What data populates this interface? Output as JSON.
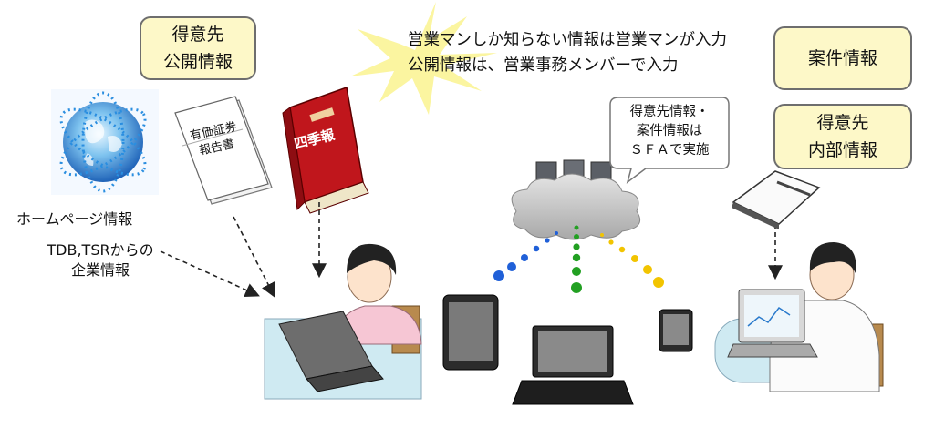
{
  "labels": {
    "customer_public": "得意先\n公開情報",
    "deal_info": "案件情報",
    "customer_internal": "得意先\n内部情報",
    "homepage_info": "ホームページ情報",
    "tdb_tsr": "TDB,TSRからの\n企業情報",
    "headline": "営業マンしか知らない情報は営業マンが入力\n公開情報は、営業事務メンバーで入力",
    "sfa_bubble": "得意先情報・\n案件情報は\nＳＦＡで実施",
    "securities_report": "有価証券\n報告書",
    "shikiho": "四季報"
  },
  "colors": {
    "label_fill": "#fdf8c8",
    "label_border": "#6e6e6e",
    "burst": "#fbf5a0",
    "book_red": "#c0161c",
    "dots_blue": "#2060d8",
    "dots_green": "#22a022",
    "dots_yellow": "#f2c400"
  },
  "icons": [
    "globe-icon",
    "document-icon",
    "red-book-icon",
    "woman-laptop-icon",
    "server-cloud-icon",
    "tablet-icon",
    "laptop-icon",
    "smartphone-icon",
    "open-notebook-icon",
    "man-laptop-icon",
    "dashed-arrow-icon"
  ]
}
